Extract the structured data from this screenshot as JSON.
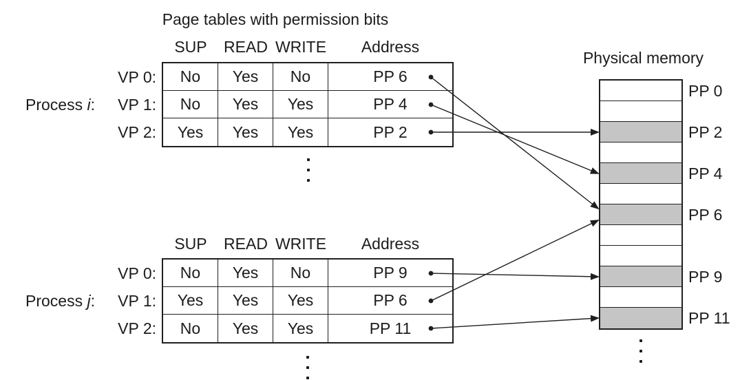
{
  "title": "Page tables with permission bits",
  "colors": {
    "shaded": "#c5c5c5",
    "line": "#1f1f1f",
    "background": "#ffffff"
  },
  "icons": {
    "pte_dot": "filled-circle",
    "arrowhead": "filled-right-triangle",
    "ellipsis": "vertical-three-dots"
  },
  "page_tables": {
    "headers": [
      "SUP",
      "READ",
      "WRITE",
      "Address"
    ],
    "processes": [
      {
        "label_prefix": "Process",
        "label_name": "i",
        "label_suffix": ":",
        "rows": [
          {
            "vp": "VP 0:",
            "sup": "No",
            "read": "Yes",
            "write": "No",
            "address": "PP 6"
          },
          {
            "vp": "VP 1:",
            "sup": "No",
            "read": "Yes",
            "write": "Yes",
            "address": "PP 4"
          },
          {
            "vp": "VP 2:",
            "sup": "Yes",
            "read": "Yes",
            "write": "Yes",
            "address": "PP 2"
          }
        ]
      },
      {
        "label_prefix": "Process",
        "label_name": "j",
        "label_suffix": ":",
        "rows": [
          {
            "vp": "VP 0:",
            "sup": "No",
            "read": "Yes",
            "write": "No",
            "address": "PP 9"
          },
          {
            "vp": "VP 1:",
            "sup": "Yes",
            "read": "Yes",
            "write": "Yes",
            "address": "PP 6"
          },
          {
            "vp": "VP 2:",
            "sup": "No",
            "read": "Yes",
            "write": "Yes",
            "address": "PP 11"
          }
        ]
      }
    ]
  },
  "physical_memory": {
    "title": "Physical memory",
    "blocks": [
      {
        "label": "PP 0",
        "shaded": false
      },
      {
        "label": "",
        "shaded": false
      },
      {
        "label": "PP 2",
        "shaded": true
      },
      {
        "label": "",
        "shaded": false
      },
      {
        "label": "PP 4",
        "shaded": true
      },
      {
        "label": "",
        "shaded": false
      },
      {
        "label": "PP 6",
        "shaded": true
      },
      {
        "label": "",
        "shaded": false
      },
      {
        "label": "",
        "shaded": false
      },
      {
        "label": "PP 9",
        "shaded": true
      },
      {
        "label": "",
        "shaded": false
      },
      {
        "label": "PP 11",
        "shaded": true
      }
    ]
  },
  "mappings": [
    {
      "process": "i",
      "vp": "VP 0",
      "pp": "PP 6"
    },
    {
      "process": "i",
      "vp": "VP 1",
      "pp": "PP 4"
    },
    {
      "process": "i",
      "vp": "VP 2",
      "pp": "PP 2"
    },
    {
      "process": "j",
      "vp": "VP 0",
      "pp": "PP 9"
    },
    {
      "process": "j",
      "vp": "VP 1",
      "pp": "PP 6"
    },
    {
      "process": "j",
      "vp": "VP 2",
      "pp": "PP 11"
    }
  ]
}
